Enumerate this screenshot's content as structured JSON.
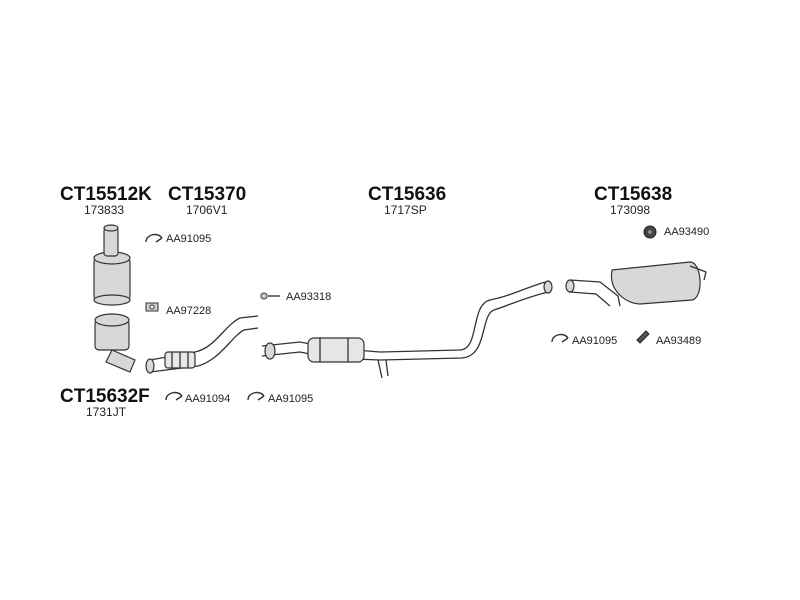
{
  "groups": [
    {
      "code": "CT15512K",
      "ref": "173833"
    },
    {
      "code": "CT15370",
      "ref": "1706V1"
    },
    {
      "code": "CT15636",
      "ref": "1717SP"
    },
    {
      "code": "CT15638",
      "ref": "173098"
    },
    {
      "code": "CT15632F",
      "ref": "1731JT"
    }
  ],
  "fittings": [
    {
      "pn": "AA91095",
      "icon": "clamp-icon"
    },
    {
      "pn": "AA97228",
      "icon": "bracket-icon"
    },
    {
      "pn": "AA93318",
      "icon": "bolt-icon"
    },
    {
      "pn": "AA93490",
      "icon": "rubber-mount-icon"
    },
    {
      "pn": "AA91095",
      "icon": "clamp-icon"
    },
    {
      "pn": "AA93489",
      "icon": "hanger-icon"
    },
    {
      "pn": "AA91094",
      "icon": "clamp-icon"
    },
    {
      "pn": "AA91095",
      "icon": "clamp-icon"
    }
  ]
}
